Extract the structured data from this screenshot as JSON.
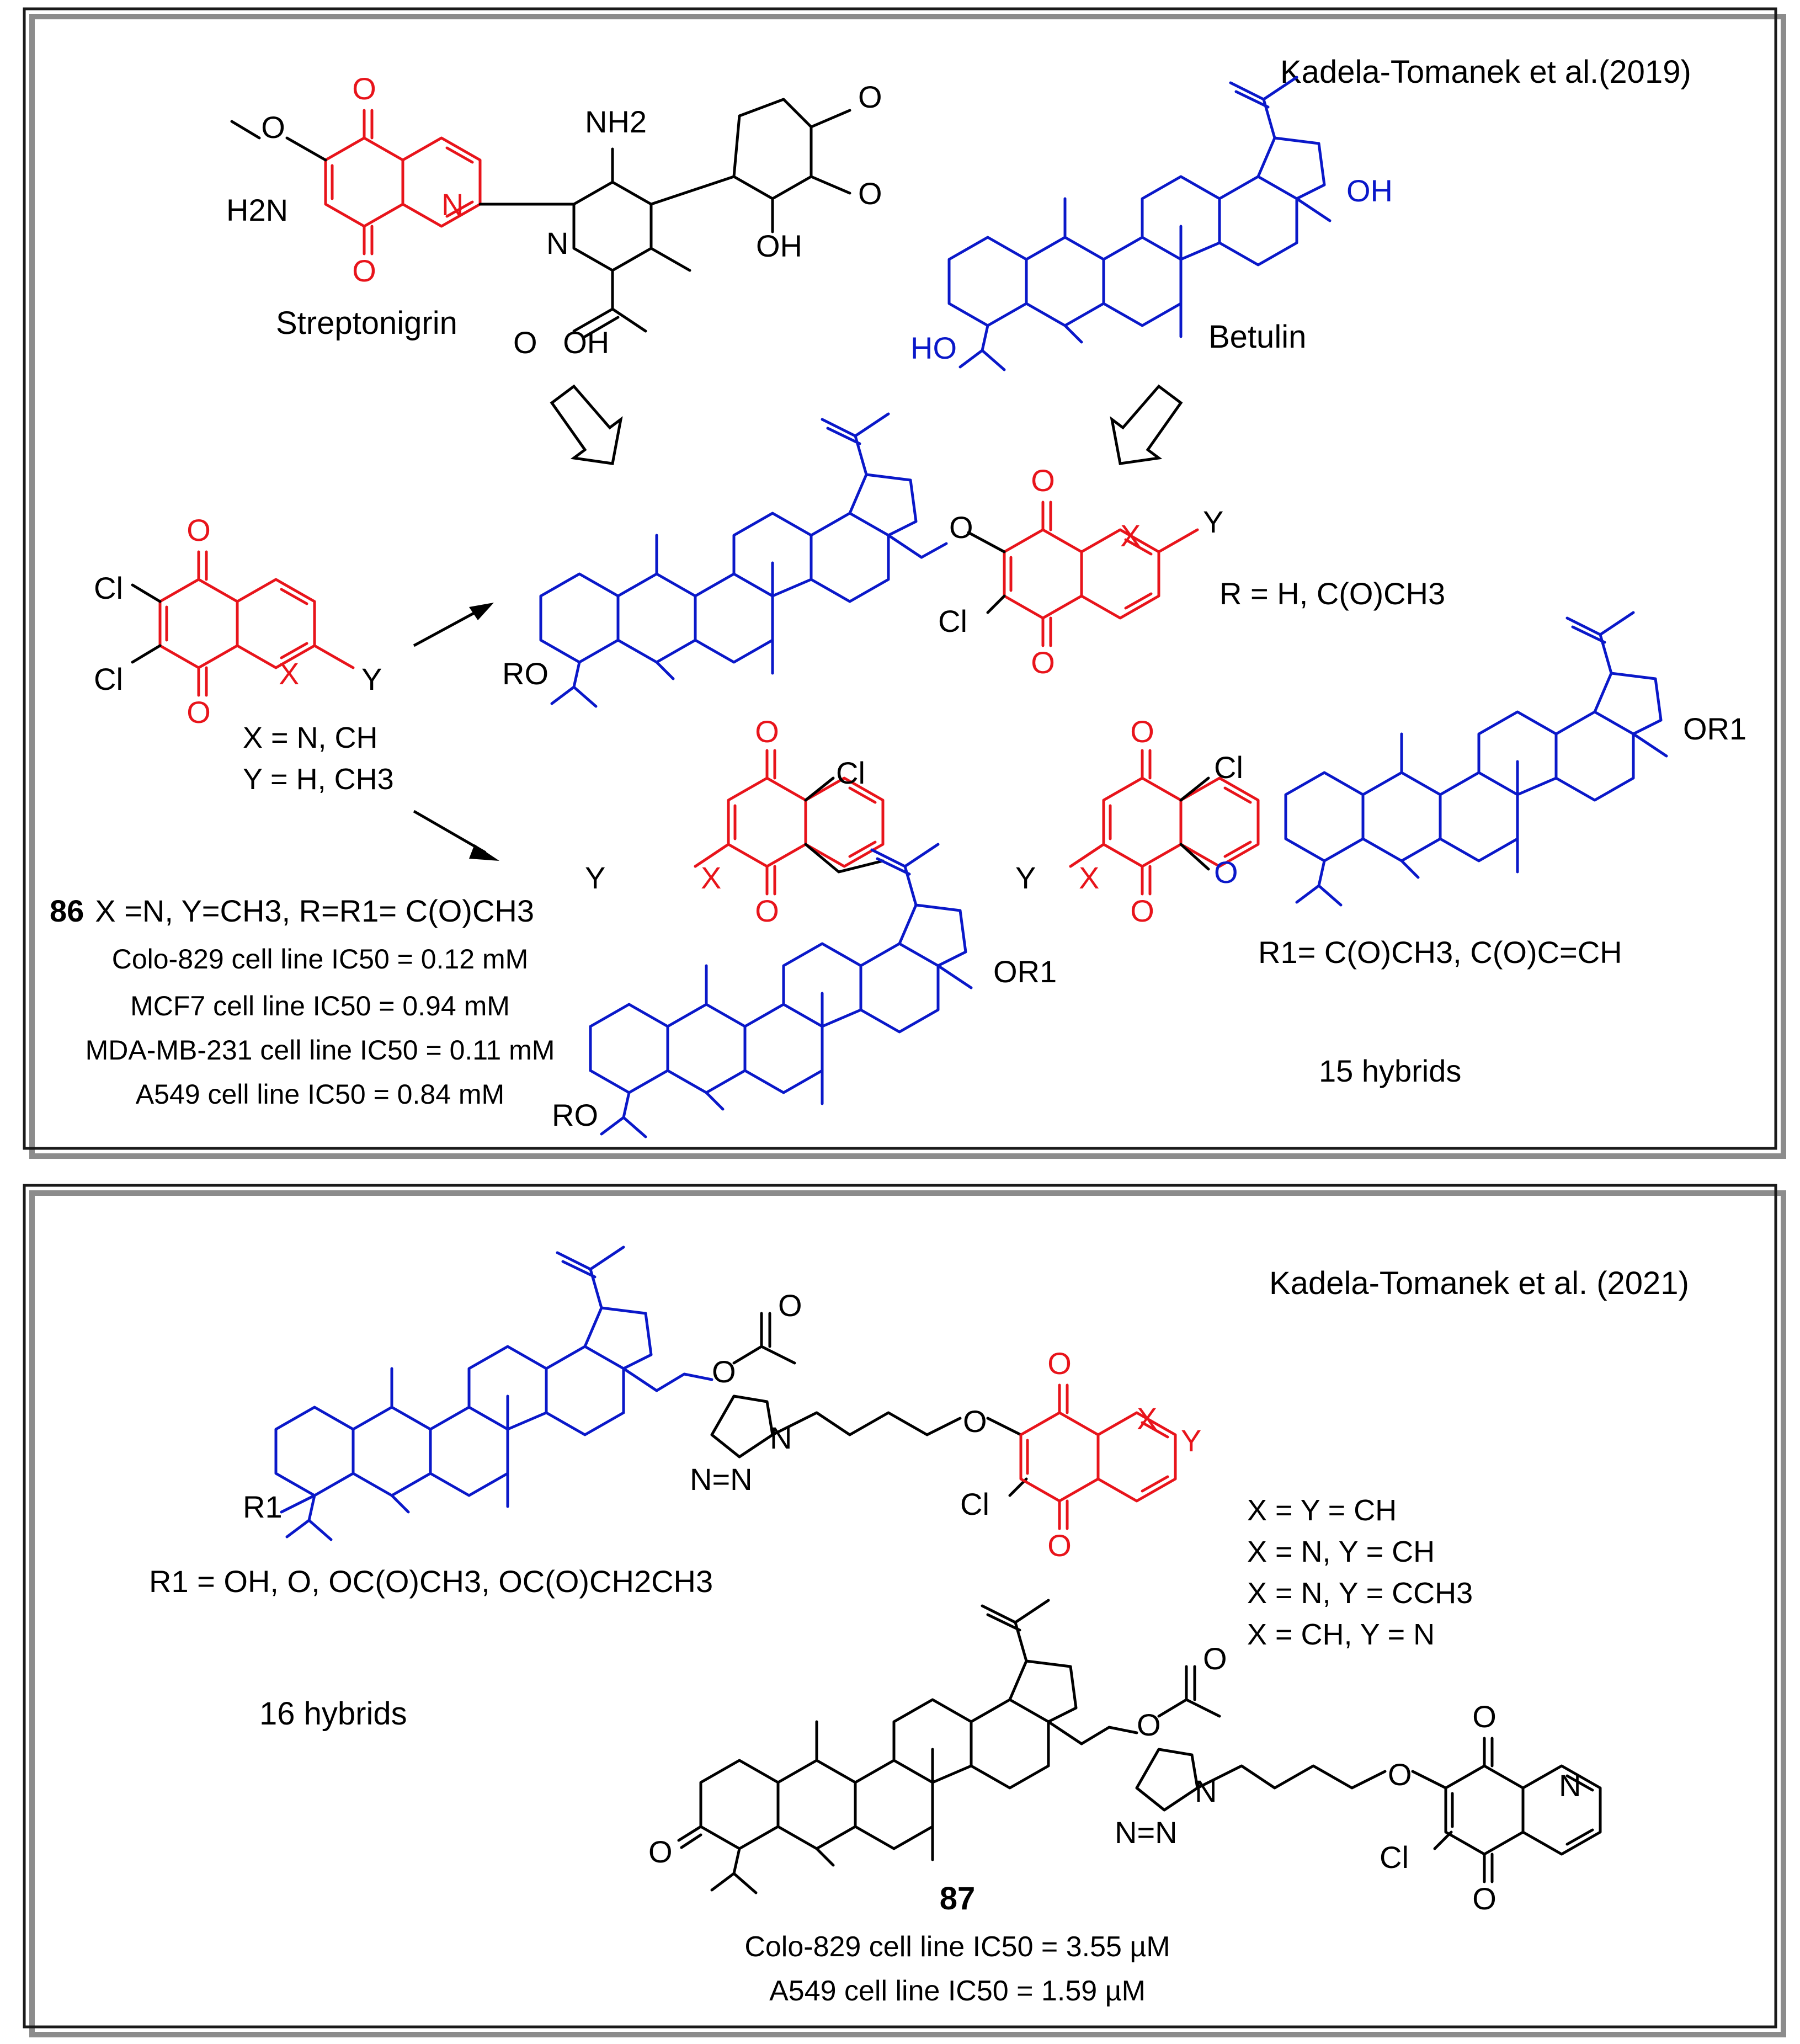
{
  "colors": {
    "frame": "#1a1a1a",
    "frame_shadow": "#8c8c8c",
    "quinone_red": "#e8141b",
    "triterpene_blue": "#0a18c9",
    "text_black": "#000000"
  },
  "panel_top": {
    "citation": "Kadela-Tomanek et al.(2019)",
    "streptonigrin": {
      "name": "Streptonigrin",
      "atoms": {
        "o_top": "O",
        "o_bottom": "O",
        "methoxy_o": "O",
        "amino_left": "H2N",
        "ring_n": "N",
        "pyr_n": "N",
        "amino_top": "NH2",
        "oh": "OH",
        "ome1": "O",
        "ome2": "O",
        "acid": "O   OH"
      }
    },
    "betulin": {
      "name": "Betulin",
      "atoms": {
        "ho": "HO",
        "ch2oh": "OH"
      }
    },
    "reagent": {
      "atoms": {
        "cl1": "Cl",
        "cl2": "Cl",
        "o1": "O",
        "o2": "O",
        "x": "X",
        "y": "Y"
      },
      "x_def": "X = N, CH",
      "y_def": "Y = H, CH3"
    },
    "product_a": {
      "atoms": {
        "ro": "RO",
        "o_link": "O",
        "o1": "O",
        "o2": "O",
        "x": "X",
        "y": "Y",
        "cl": "Cl"
      },
      "r_def": "R = H, C(O)CH3"
    },
    "product_b": {
      "atoms": {
        "ro": "RO",
        "or1": "OR1",
        "o1": "O",
        "o2": "O",
        "x": "X",
        "y": "Y",
        "cl": "Cl"
      }
    },
    "product_c": {
      "atoms": {
        "or1": "OR1",
        "o_link": "O",
        "o1": "O",
        "o2": "O",
        "x": "X",
        "y": "Y",
        "cl": "Cl"
      },
      "r1_def": "R1= C(O)CH3, C(O)C=CH",
      "count": "15 hybrids"
    },
    "compound_86": {
      "label": "86",
      "definition": "X =N, Y=CH3, R=R1= C(O)CH3",
      "activities": [
        "Colo-829 cell line IC50 = 0.12 mM",
        "MCF7 cell line IC50 = 0.94 mM",
        "MDA-MB-231 cell line IC50 = 0.11 mM",
        "A549 cell line IC50 = 0.84 mM"
      ]
    }
  },
  "panel_bottom": {
    "citation": "Kadela-Tomanek et al. (2021)",
    "general": {
      "atoms": {
        "r1": "R1",
        "ester_o1": "O",
        "ester_o2": "O",
        "tri_n1": "N",
        "tri_n23": "N=N",
        "ether_o": "O",
        "o1": "O",
        "o2": "O",
        "x": "X",
        "y": "Y",
        "cl": "Cl"
      },
      "r1_def": "R1 = OH, O, OC(O)CH3, OC(O)CH2CH3",
      "xy_defs": [
        "X = Y = CH",
        "X = N, Y = CH",
        "X = N, Y = CCH3",
        "X = CH, Y = N"
      ],
      "count": "16 hybrids"
    },
    "compound_87": {
      "label": "87",
      "atoms": {
        "keto": "O",
        "ester_o1": "O",
        "ester_o2": "O",
        "tri_n1": "N",
        "tri_n23": "N=N",
        "ether_o": "O",
        "o1": "O",
        "o2": "O",
        "n": "N",
        "cl": "Cl"
      },
      "activities": [
        "Colo-829 cell line IC50 = 3.55 µM",
        "A549 cell line IC50 = 1.59 µM"
      ]
    }
  }
}
